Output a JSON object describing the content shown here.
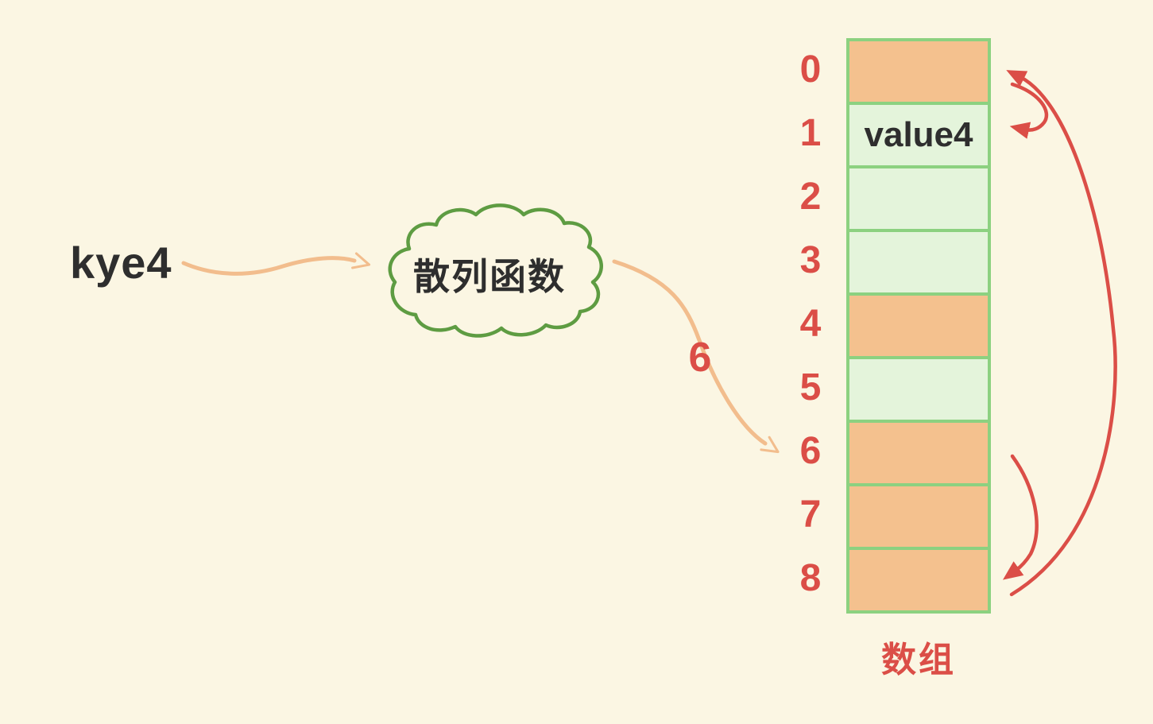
{
  "colors": {
    "bg": "#FBF6E3",
    "cell_occupied": "#F4C18E",
    "cell_free": "#E4F4DB",
    "cell_border": "#8CD180",
    "cloud_green": "#5E9C42",
    "arrow_orange": "#F2BD8D",
    "red": "#DB4E47",
    "text_dark": "#2E2E2E"
  },
  "key": {
    "label": "kye4"
  },
  "hash_function": {
    "label": "散列函数",
    "result": "6"
  },
  "array": {
    "label": "数组",
    "cells": [
      {
        "index": "0",
        "value": "",
        "state": "occupied"
      },
      {
        "index": "1",
        "value": "value4",
        "state": "free"
      },
      {
        "index": "2",
        "value": "",
        "state": "free"
      },
      {
        "index": "3",
        "value": "",
        "state": "free"
      },
      {
        "index": "4",
        "value": "",
        "state": "occupied"
      },
      {
        "index": "5",
        "value": "",
        "state": "free"
      },
      {
        "index": "6",
        "value": "",
        "state": "occupied"
      },
      {
        "index": "7",
        "value": "",
        "state": "occupied"
      },
      {
        "index": "8",
        "value": "",
        "state": "occupied"
      }
    ]
  },
  "icons": {
    "key_to_hash_arrow": "curved-arrow-right-orange",
    "hash_to_index_arrow": "curved-arrow-down-right-orange",
    "probe_6_to_8_arrow": "curved-arrow-down-red",
    "wrap_8_to_0_arrow": "curved-arrow-up-wrap-red",
    "probe_0_to_1_arrow": "curved-arrow-down-red"
  }
}
